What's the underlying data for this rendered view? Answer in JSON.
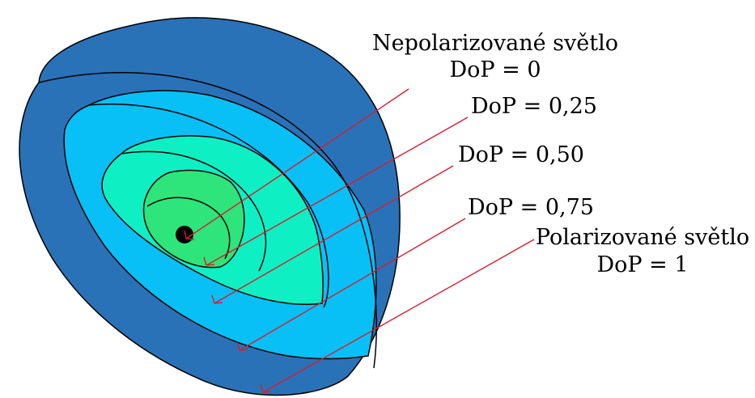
{
  "labels": {
    "unpolarized_line1": "Nepolarizované světlo",
    "unpolarized_line2": "DoP = 0",
    "dop_025": "DoP = 0,25",
    "dop_050": "DoP = 0,50",
    "dop_075": "DoP = 0,75",
    "polarized_line1": "Polarizované světlo",
    "polarized_line2": "DoP = 1"
  },
  "colors": {
    "outer_shell": "#2a72b8",
    "shell_075": "#08c0f6",
    "shell_050": "#0ef0c4",
    "shell_025": "#2de57a",
    "center_dot": "#000000",
    "pointer_line": "#d61f2f",
    "outline": "#000000"
  }
}
